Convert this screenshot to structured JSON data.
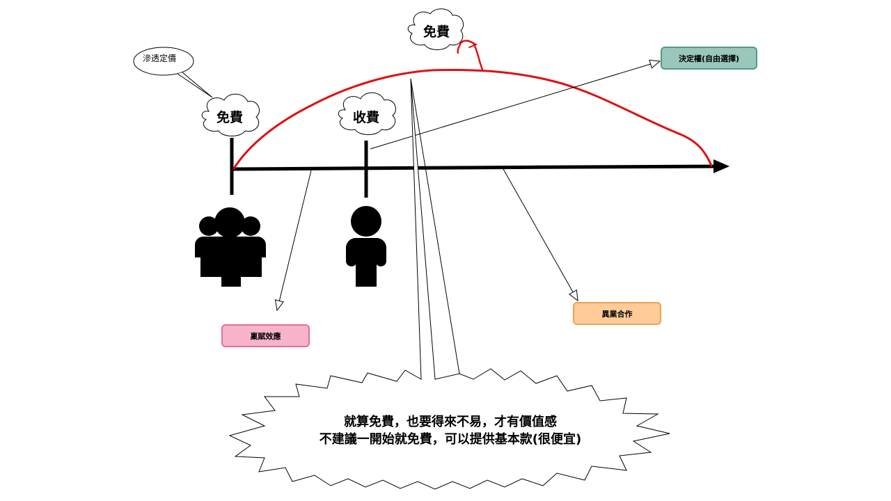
{
  "callout_small": "滲透定價",
  "cloud_free_left": "免費",
  "cloud_charge": "收費",
  "cloud_free_top": "免費",
  "boxes": {
    "decision": "決定權(自由選擇)",
    "partner": "異業合作",
    "endowment": "稟賦效應"
  },
  "starburst": {
    "line1": "就算免費，也要得來不易，才有價值感",
    "line2": "不建議一開始就免費，可以提供基本款(很便宜)"
  },
  "colors": {
    "curve": "#e01010",
    "decision_fill": "#9ac7bb",
    "decision_border": "#4d9c85",
    "partner_fill": "#ffcc99",
    "partner_border": "#f0a050",
    "endowment_fill": "#f7b3cc",
    "endowment_border": "#e07090"
  },
  "icons": [
    "group-people-icon",
    "single-person-icon"
  ]
}
